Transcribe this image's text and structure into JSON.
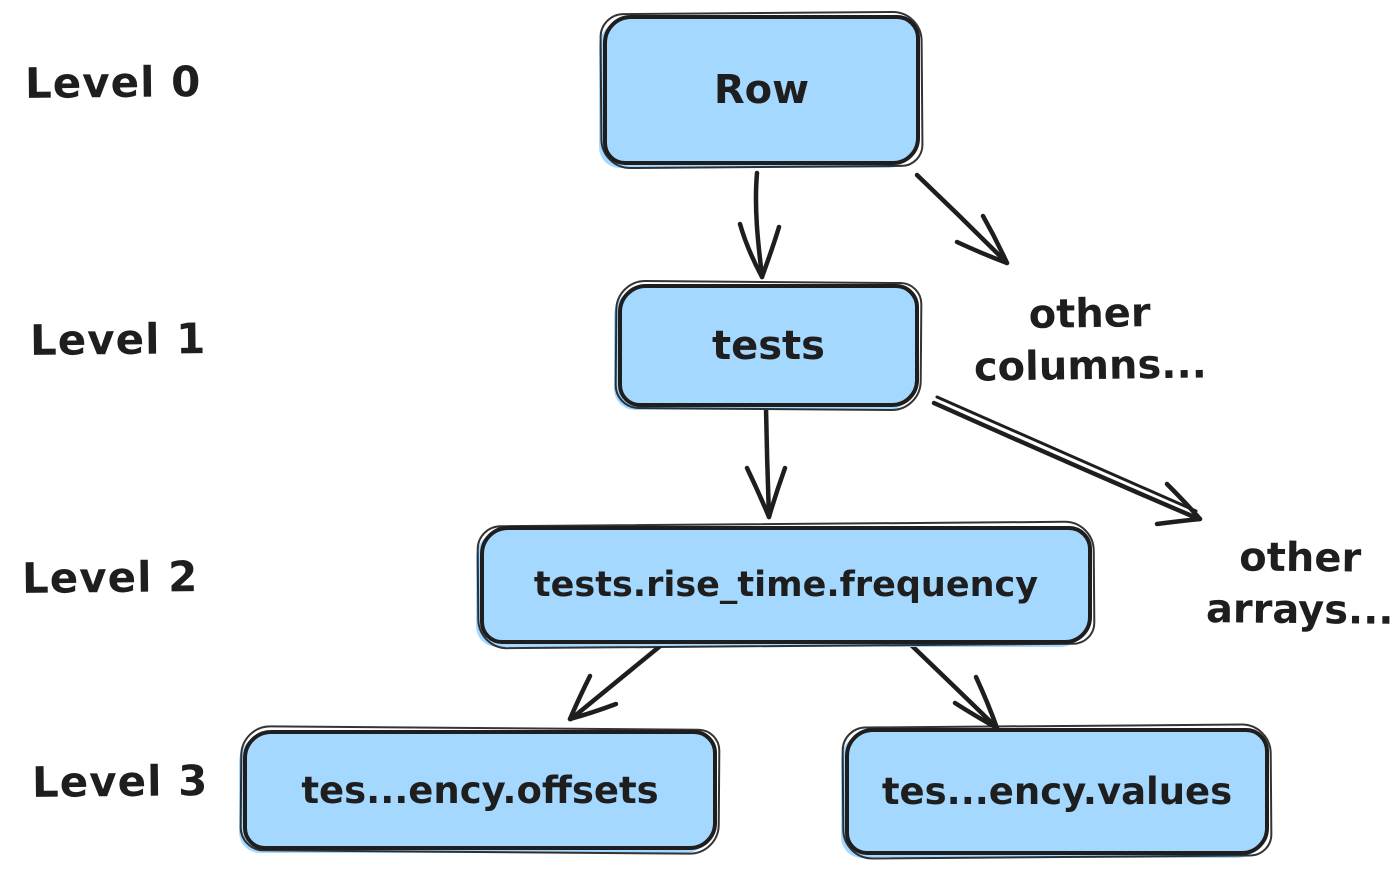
{
  "diagram": {
    "colors": {
      "stroke": "#1e1e1e",
      "node_fill": "#a5d8ff",
      "background": "#ffffff"
    },
    "level_labels": [
      "Level 0",
      "Level 1",
      "Level 2",
      "Level 3"
    ],
    "nodes": {
      "row": {
        "label": "Row",
        "level": 0
      },
      "tests": {
        "label": "tests",
        "level": 1
      },
      "frequency": {
        "label": "tests.rise_time.frequency",
        "level": 2
      },
      "offsets": {
        "label": "tes...ency.offsets",
        "level": 3
      },
      "values": {
        "label": "tes...ency.values",
        "level": 3
      }
    },
    "annotations": {
      "other_columns": {
        "line1": "other",
        "line2": "columns..."
      },
      "other_arrays": {
        "line1": "other",
        "line2": "arrays..."
      }
    },
    "edges": [
      {
        "from": "Row",
        "to": "tests"
      },
      {
        "from": "Row",
        "to": "other columns..."
      },
      {
        "from": "tests",
        "to": "tests.rise_time.frequency"
      },
      {
        "from": "tests",
        "to": "other arrays..."
      },
      {
        "from": "tests.rise_time.frequency",
        "to": "tes...ency.offsets"
      },
      {
        "from": "tests.rise_time.frequency",
        "to": "tes...ency.values"
      }
    ]
  }
}
